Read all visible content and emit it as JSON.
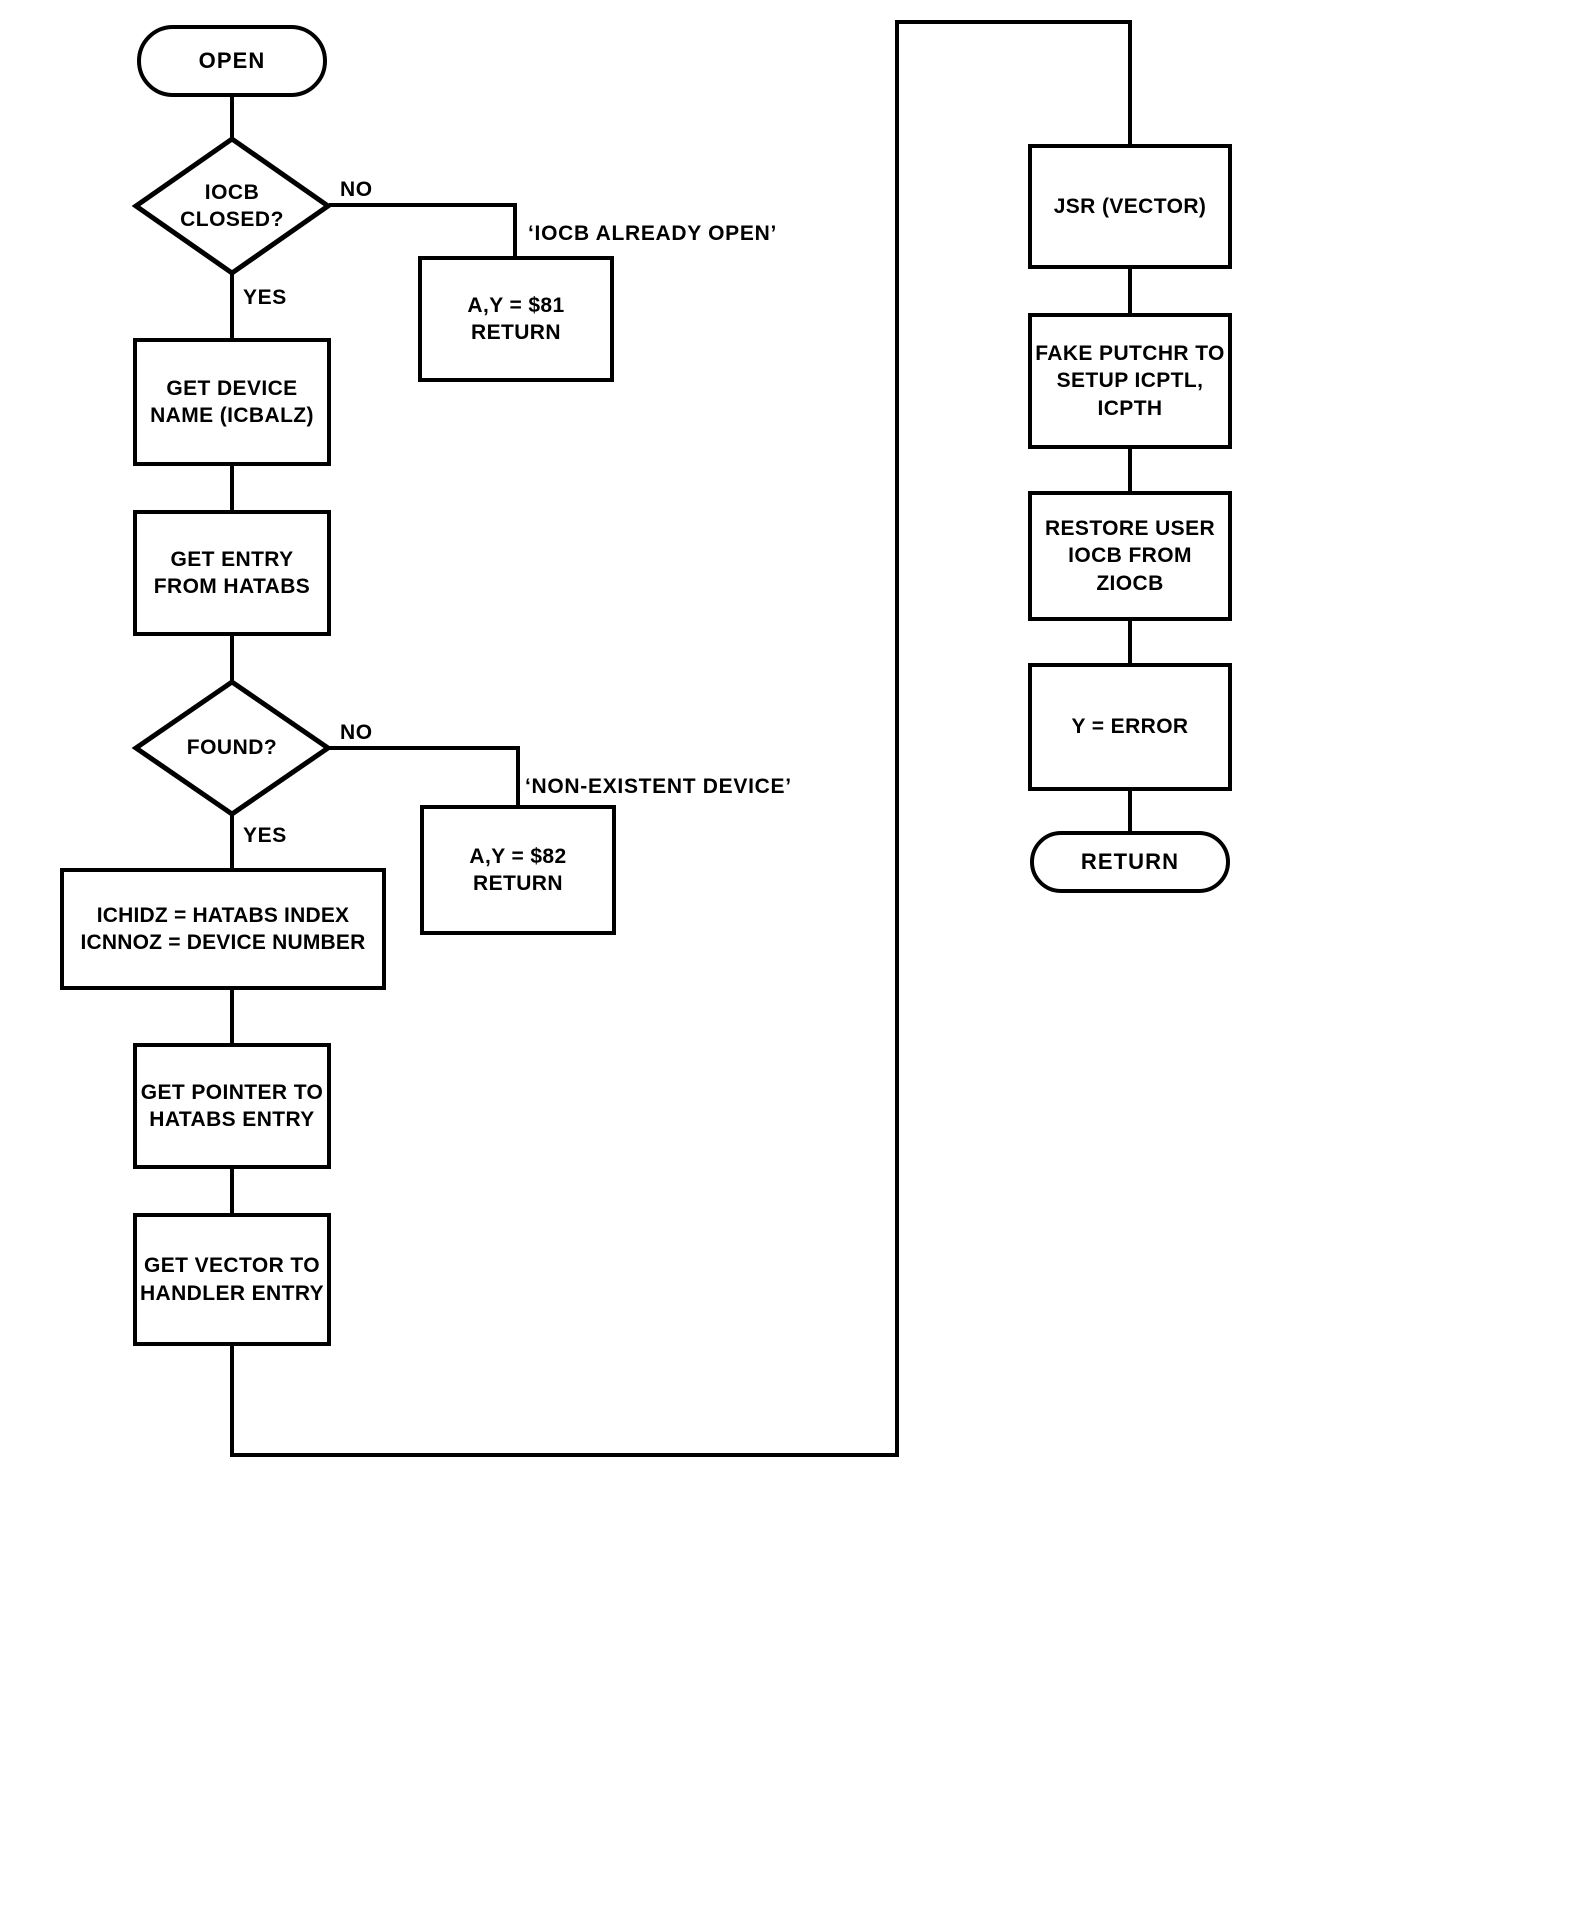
{
  "diagram": {
    "title": "OPEN",
    "type": "flowchart",
    "background_color": "#ffffff",
    "line_color": "#000000",
    "text_color": "#000000"
  },
  "nodes": {
    "start": {
      "id": "start",
      "shape": "terminator",
      "label": "OPEN"
    },
    "iocb_closed": {
      "id": "iocb_closed",
      "shape": "decision",
      "label": "IOCB\nCLOSED?"
    },
    "err_81": {
      "id": "err_81",
      "shape": "process",
      "label": "A,Y =  $81\nRETURN"
    },
    "get_device_name": {
      "id": "get_device_name",
      "shape": "process",
      "label": "GET DEVICE\nNAME (ICBALZ)"
    },
    "get_entry_hatabs": {
      "id": "get_entry_hatabs",
      "shape": "process",
      "label": "GET ENTRY\nFROM HATABS"
    },
    "found": {
      "id": "found",
      "shape": "decision",
      "label": "FOUND?"
    },
    "err_82": {
      "id": "err_82",
      "shape": "process",
      "label": "A,Y =  $82\nRETURN"
    },
    "set_ichidz": {
      "id": "set_ichidz",
      "shape": "process",
      "label": "ICHIDZ =  HATABS INDEX\nICNNOZ =  DEVICE NUMBER"
    },
    "get_pointer": {
      "id": "get_pointer",
      "shape": "process",
      "label": "GET POINTER TO\nHATABS ENTRY"
    },
    "get_vector": {
      "id": "get_vector",
      "shape": "process",
      "label": "GET VECTOR TO\nHANDLER ENTRY"
    },
    "jsr_vector": {
      "id": "jsr_vector",
      "shape": "process",
      "label": "JSR (VECTOR)"
    },
    "fake_putchr": {
      "id": "fake_putchr",
      "shape": "process",
      "label": "FAKE PUTCHR TO\nSETUP ICPTL,\nICPTH"
    },
    "restore_iocb": {
      "id": "restore_iocb",
      "shape": "process",
      "label": "RESTORE USER\nIOCB FROM\nZIOCB"
    },
    "y_error": {
      "id": "y_error",
      "shape": "process",
      "label": "Y =  ERROR"
    },
    "ret": {
      "id": "ret",
      "shape": "terminator",
      "label": "RETURN"
    }
  },
  "edge_labels": {
    "iocb_closed_no": "NO",
    "iocb_closed_yes": "YES",
    "found_no": "NO",
    "found_yes": "YES"
  },
  "annotations": {
    "iocb_already_open": "‘IOCB ALREADY OPEN’",
    "non_existent_device": "‘NON-EXISTENT DEVICE’"
  }
}
